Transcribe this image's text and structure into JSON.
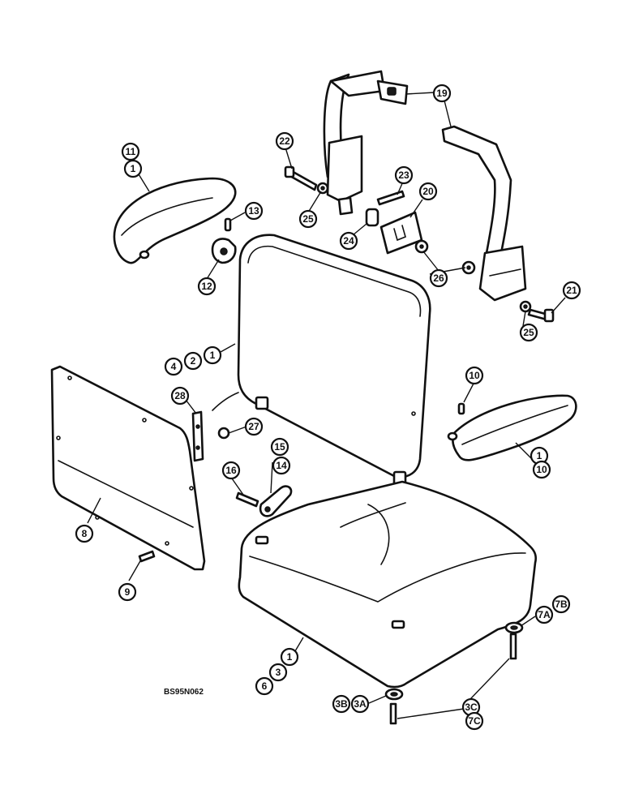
{
  "figure": {
    "reference_code": "BS95N062"
  },
  "callouts": {
    "c11": "11",
    "c1_armrest_left": "1",
    "c13": "13",
    "c12": "12",
    "c22": "22",
    "c25_left": "25",
    "c23": "23",
    "c20": "20",
    "c24": "24",
    "c26": "26",
    "c19": "19",
    "c21": "21",
    "c25_right": "25",
    "c4": "4",
    "c2": "2",
    "c1_backrest": "1",
    "c28": "28",
    "c27": "27",
    "c10_pin": "10",
    "c1_armrest_right": "1",
    "c10_armrest": "10",
    "c15": "15",
    "c14": "14",
    "c16": "16",
    "c8": "8",
    "c9": "9",
    "c1_cushion": "1",
    "c3": "3",
    "c6": "6",
    "c7A": "7A",
    "c7B": "7B",
    "c3B": "3B",
    "c3A": "3A",
    "c3C": "3C",
    "c7C": "7C"
  },
  "colors": {
    "line": "#111111",
    "background": "#ffffff"
  }
}
